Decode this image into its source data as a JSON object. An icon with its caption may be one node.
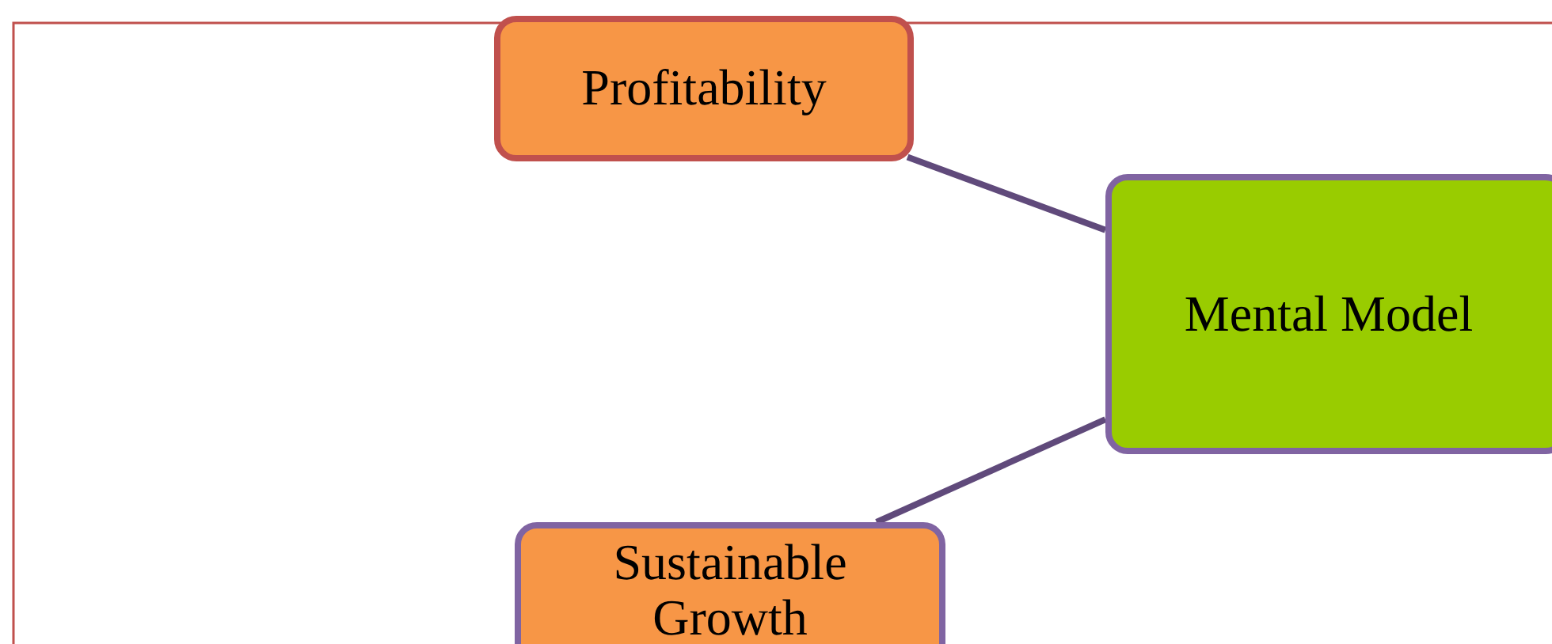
{
  "diagram": {
    "nodes": [
      {
        "text": [
          "Profitability"
        ]
      },
      {
        "text": [
          "Mental Model"
        ]
      },
      {
        "text": [
          "Sustainable Growth"
        ]
      }
    ],
    "edges": [
      {
        "from": 1,
        "to": 0,
        "arrow": "none"
      },
      {
        "from": 1,
        "to": 2,
        "arrow": "none"
      }
    ]
  }
}
